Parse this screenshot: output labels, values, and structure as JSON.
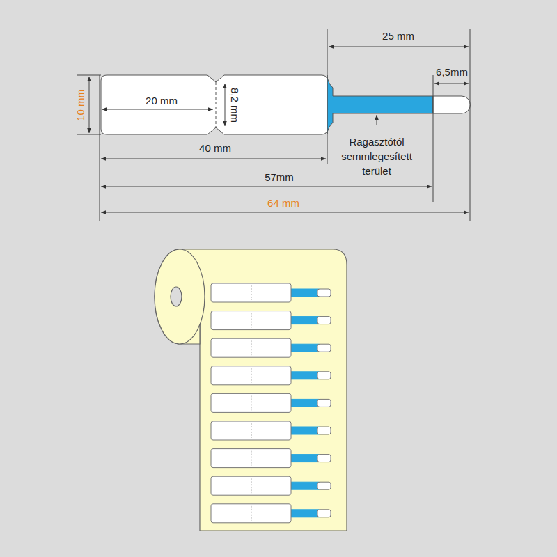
{
  "diagram": {
    "labels": [
      "25 mm",
      "6,5mm",
      "10 mm",
      "20 mm",
      "8,2 mm",
      "40 mm",
      "Ragasztótól semmlegesített terület",
      "57mm",
      "64 mm"
    ]
  }
}
